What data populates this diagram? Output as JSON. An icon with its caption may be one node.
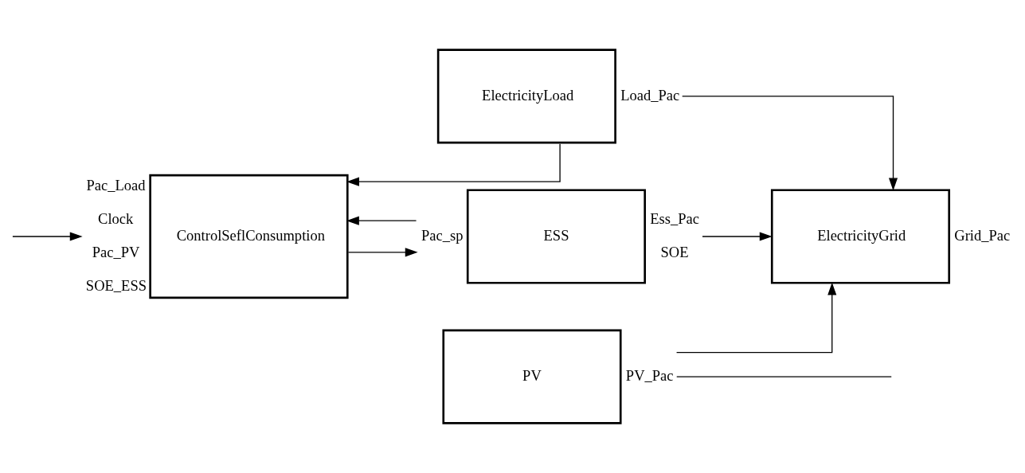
{
  "diagram": {
    "nodes": [
      {
        "text": [
          "ElectricityLoad"
        ],
        "beside": [
          "Load_Pac"
        ]
      },
      {
        "text": [
          "ControlSeflConsumption"
        ],
        "beside": [
          "Pac_Load",
          "Clock",
          "Pac_PV",
          "SOE_ESS"
        ]
      },
      {
        "text": [
          "ESS"
        ],
        "beside": [
          "Pac_sp",
          "Ess_Pac",
          "SOE"
        ]
      },
      {
        "text": [
          "ElectricityGrid"
        ],
        "beside": [
          "Grid_Pac"
        ]
      },
      {
        "text": [
          "PV"
        ],
        "beside": [
          "PV_Pac"
        ]
      }
    ],
    "edges": [
      {
        "from": 0,
        "to": 1,
        "arrow": "to"
      },
      {
        "from": 0,
        "to": 3,
        "arrow": "to"
      },
      {
        "from": 1,
        "to": 2,
        "arrow": "to"
      },
      {
        "from": 2,
        "to": 3,
        "arrow": "to"
      },
      {
        "from": 2,
        "to": 1,
        "arrow": "to"
      },
      {
        "from": 4,
        "to": 3,
        "arrow": "to"
      },
      {
        "from": 4,
        "to": null,
        "arrow": "none"
      },
      {
        "from": null,
        "to": 1,
        "arrow": "to"
      }
    ]
  }
}
